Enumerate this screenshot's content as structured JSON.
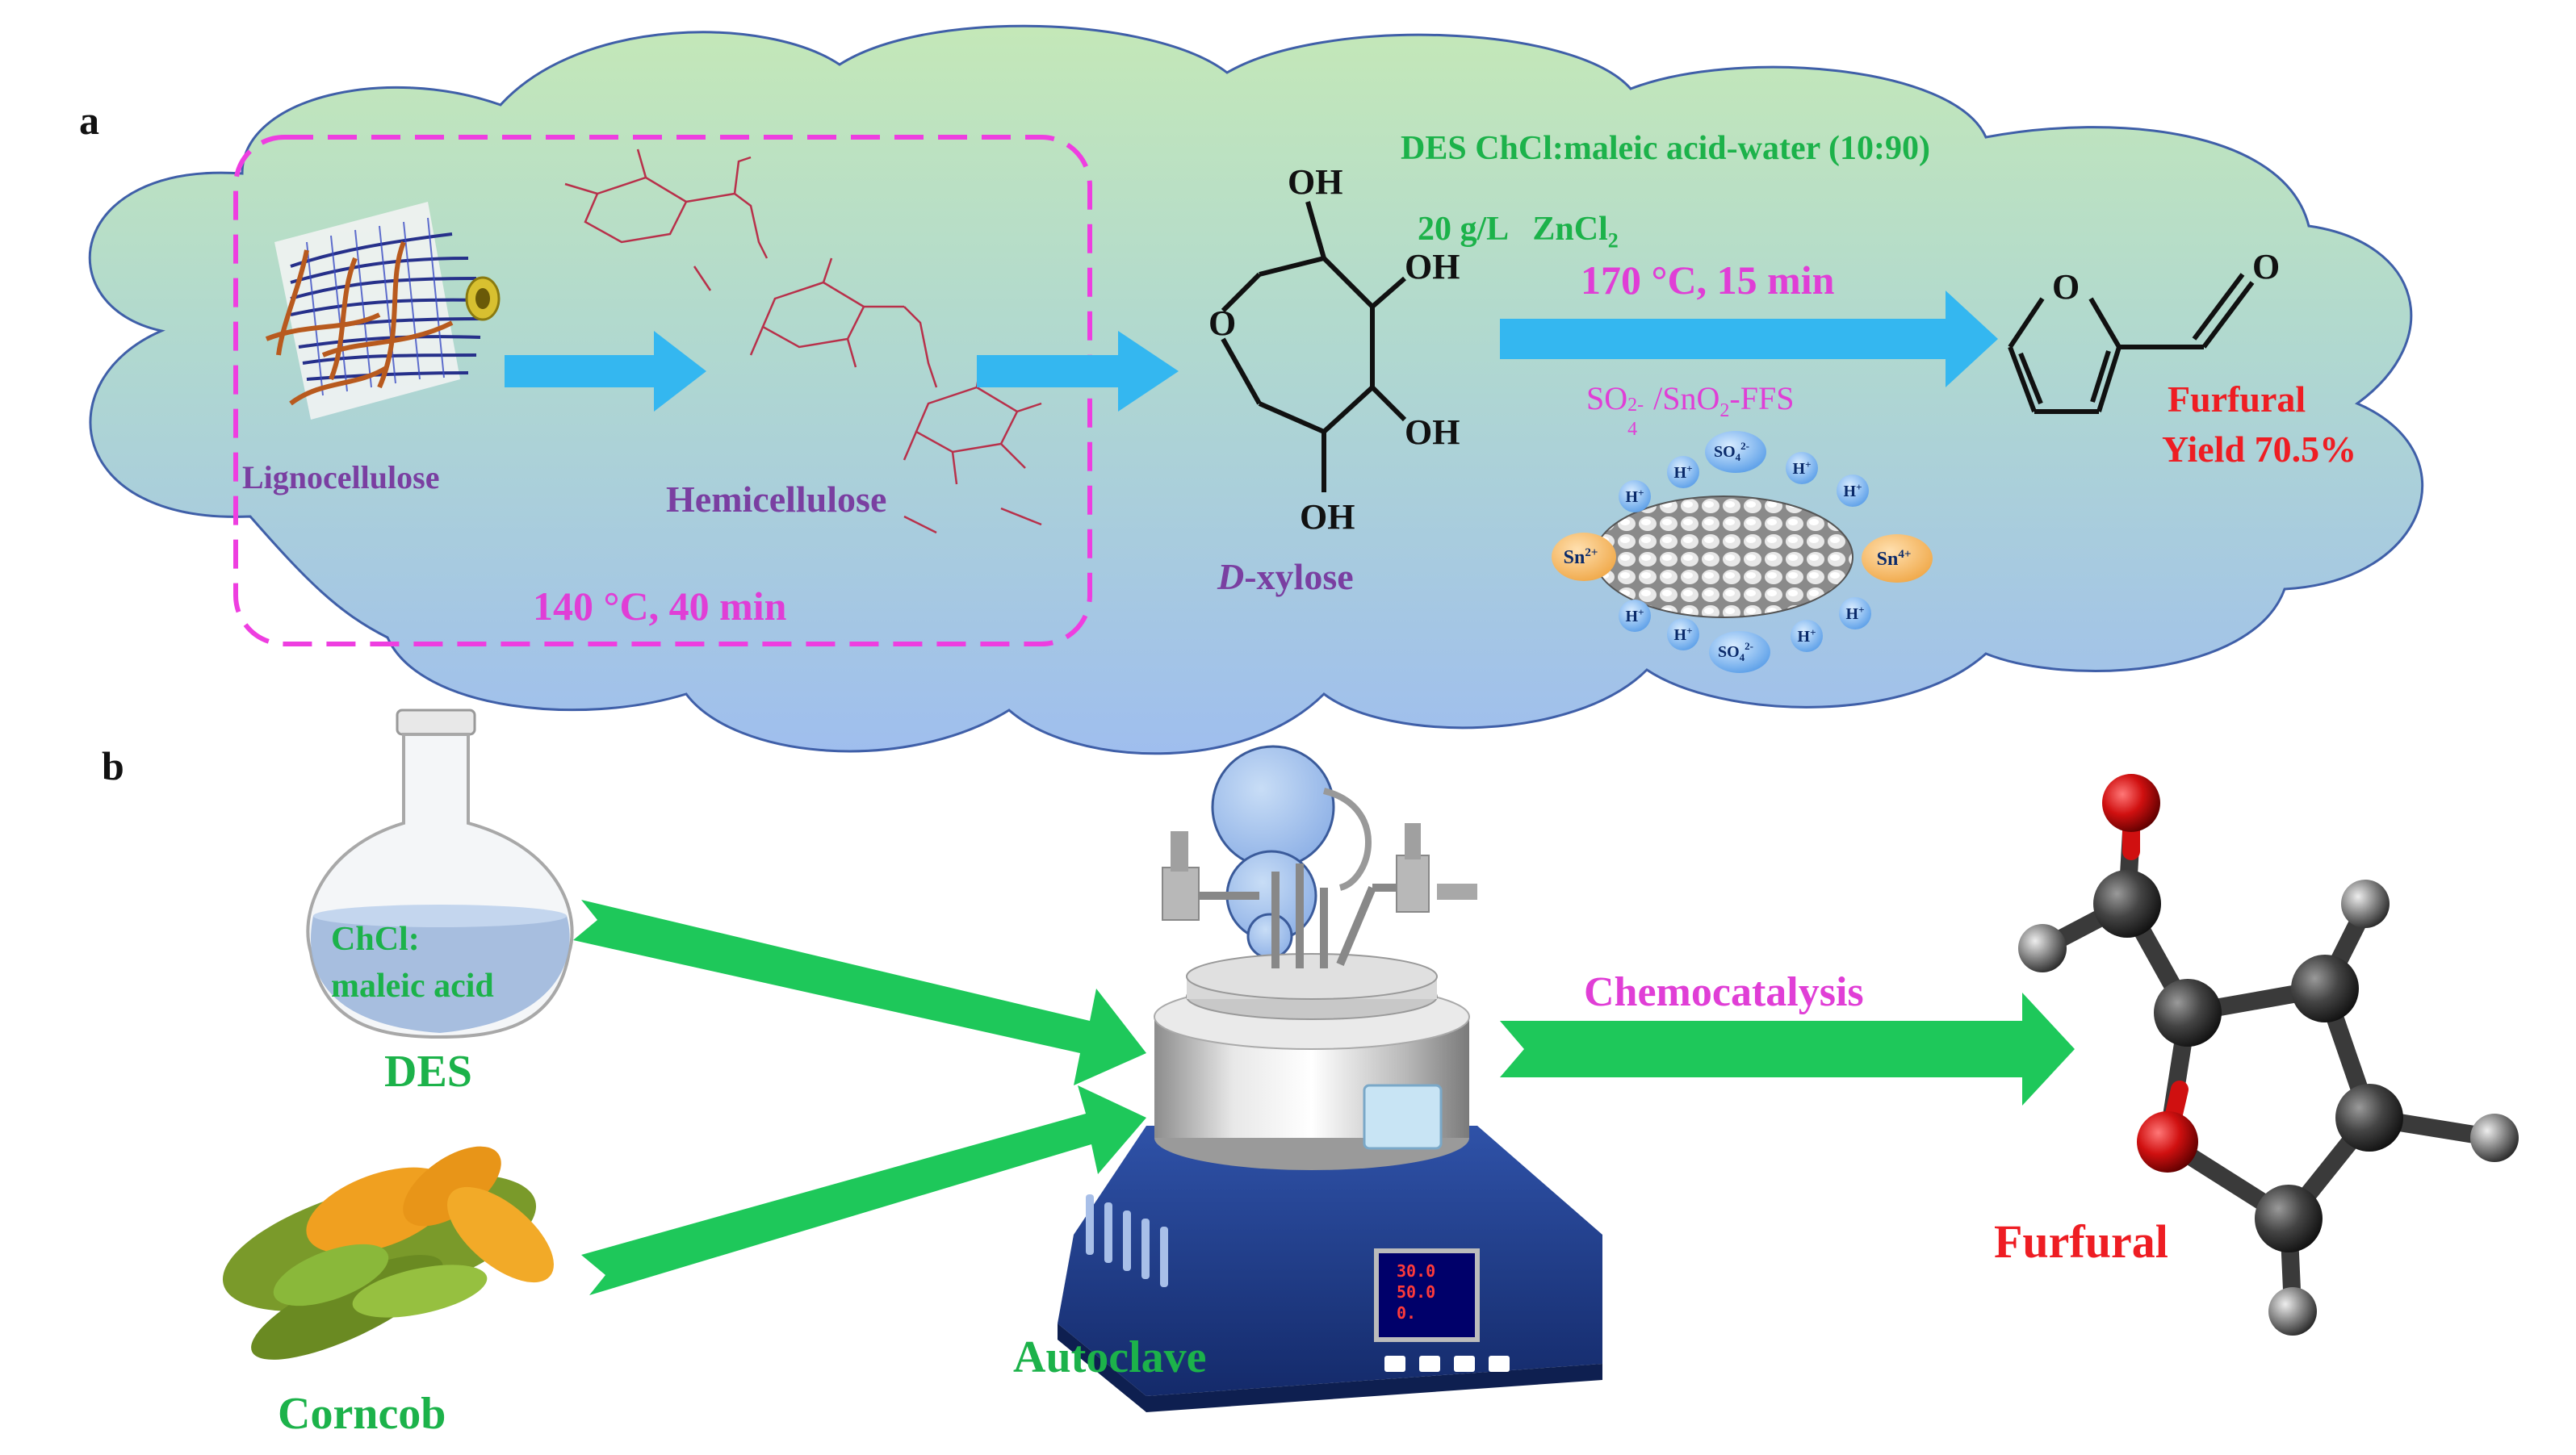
{
  "panel_a": {
    "letter": "a",
    "lignocellulose": "Lignocellulose",
    "hemicellulose": "Hemicellulose",
    "pretreat_condition": "140 °C, 40 min",
    "xylose_italic": "D",
    "xylose_rest": "-xylose",
    "des_line1": "DES ChCl:maleic acid-water (10:90)",
    "des_line2_prefix": "20 g/L   ZnCl",
    "des_line2_sub": "2",
    "reaction_condition": "170 °C, 15 min",
    "catalyst": {
      "part1": "SO",
      "sub1": "4",
      "sup1": "2-",
      "part2": "/SnO",
      "sub2": "2",
      "part3": "-FFS"
    },
    "furfural": "Furfural",
    "yield": "Yield 70.5%",
    "xylose_oh": "OH",
    "xylose_o": "O",
    "furfural_o": "O",
    "ion_h": "H",
    "ion_h_sup": "+",
    "ion_so4": "SO",
    "ion_so4_sub": "4",
    "ion_so4_sup": "2-",
    "ion_sn2": "Sn",
    "ion_sn2_sup": "2+",
    "ion_sn4": "Sn",
    "ion_sn4_sup": "4+"
  },
  "panel_b": {
    "letter": "b",
    "flask_text_1": "ChCl:",
    "flask_text_2": "maleic acid",
    "des": "DES",
    "corncob": "Corncob",
    "autoclave": "Autoclave",
    "chemocatalysis": "Chemocatalysis",
    "furfural": "Furfural",
    "display_values": [
      "30.0",
      "50.0",
      "0."
    ]
  },
  "colors": {
    "green_text": "#1cb24a",
    "magenta_text": "#e03ed6",
    "purple_text": "#7a3fa1",
    "red_text": "#ee1d23",
    "blue_arrow": "#34b7f0",
    "green_arrow": "#1ec85a",
    "cloud_top": "#c4e8b8",
    "cloud_bottom": "#9fc0ee"
  }
}
